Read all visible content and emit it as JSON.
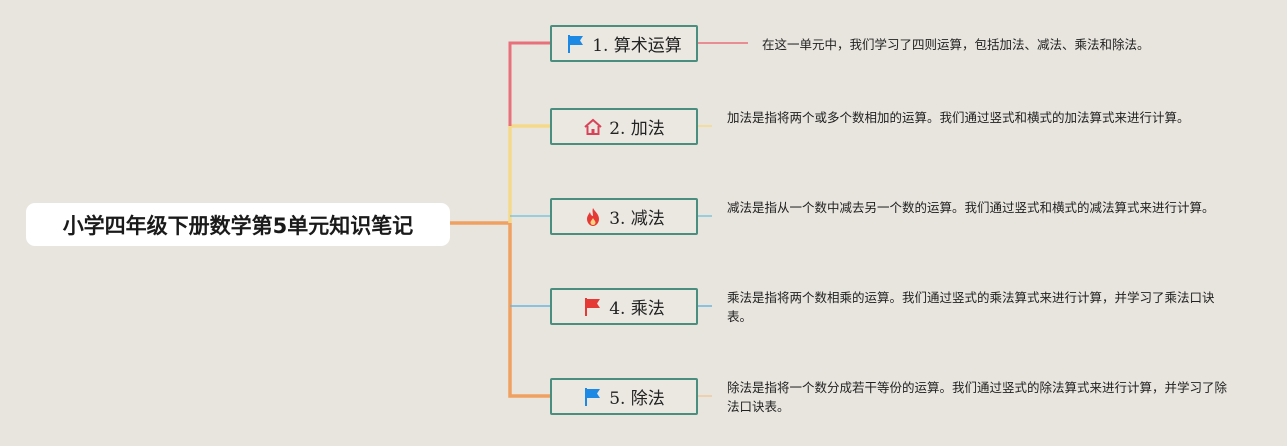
{
  "root": {
    "title": "小学四年级下册数学第5单元知识笔记"
  },
  "branches": [
    {
      "label": "1. 算术运算",
      "icon": "blue-flag-icon",
      "line_color": "#e8707a",
      "icon_color": "#1e88e5",
      "note": "在这一单元中，我们学习了四则运算，包括加法、减法、乘法和除法。"
    },
    {
      "label": "2. 加法",
      "icon": "home-icon",
      "line_color": "#f5d98a",
      "icon_color": "#d9435a",
      "note": "加法是指将两个或多个数相加的运算。我们通过竖式和横式的加法算式来进行计算。"
    },
    {
      "label": "3. 减法",
      "icon": "fire-icon",
      "line_color": "#7cc5dd",
      "icon_color": "#e53935",
      "note": "减法是指从一个数中减去另一个数的运算。我们通过竖式和横式的减法算式来进行计算。"
    },
    {
      "label": "4. 乘法",
      "icon": "red-flag-icon",
      "line_color": "#6ab3e0",
      "icon_color": "#e53935",
      "note": "乘法是指将两个数相乘的运算。我们通过竖式的乘法算式来进行计算，并学习了乘法口诀表。"
    },
    {
      "label": "5. 除法",
      "icon": "blue-flag-icon",
      "line_color": "#f0c9a0",
      "icon_color": "#1e88e5",
      "note": "除法是指将一个数分成若干等份的运算。我们通过竖式的除法算式来进行计算，并学习了除法口诀表。"
    }
  ],
  "colors": {
    "trunk": "#f0a060",
    "branch_border": "#4a8e7f",
    "background": "#e8e5de"
  }
}
